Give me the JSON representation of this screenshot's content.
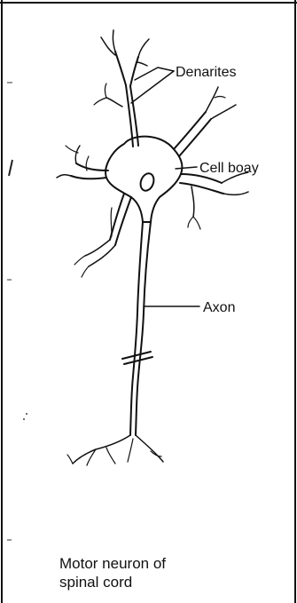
{
  "diagram": {
    "labels": {
      "dendrites": "Denarites",
      "cell_body": "Cell boay",
      "axon": "Axon"
    },
    "caption_line1": "Motor neuron of",
    "caption_line2": "spinal cord"
  },
  "colors": {
    "ink": "#111111",
    "background": "#ffffff"
  }
}
